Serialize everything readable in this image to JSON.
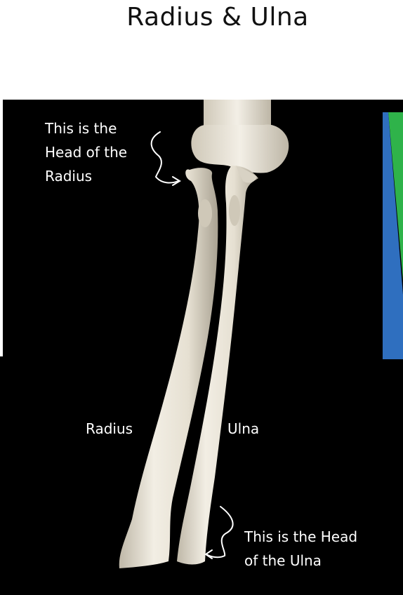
{
  "title": "Radius & Ulna",
  "colors": {
    "background": "#ffffff",
    "panel": "#000000",
    "bone": "#e9e4d8",
    "label_text": "#ffffff",
    "accent_green": "#2fb34a",
    "accent_blue": "#2f6fbf"
  },
  "icons": [
    "arrow-icon"
  ],
  "labels": {
    "radius_head": {
      "line1": "This is the",
      "line2": "Head of the",
      "line3": "Radius"
    },
    "radius": "Radius",
    "ulna": "Ulna",
    "ulna_head": {
      "line1": "This is the Head",
      "line2": "of the Ulna"
    }
  }
}
